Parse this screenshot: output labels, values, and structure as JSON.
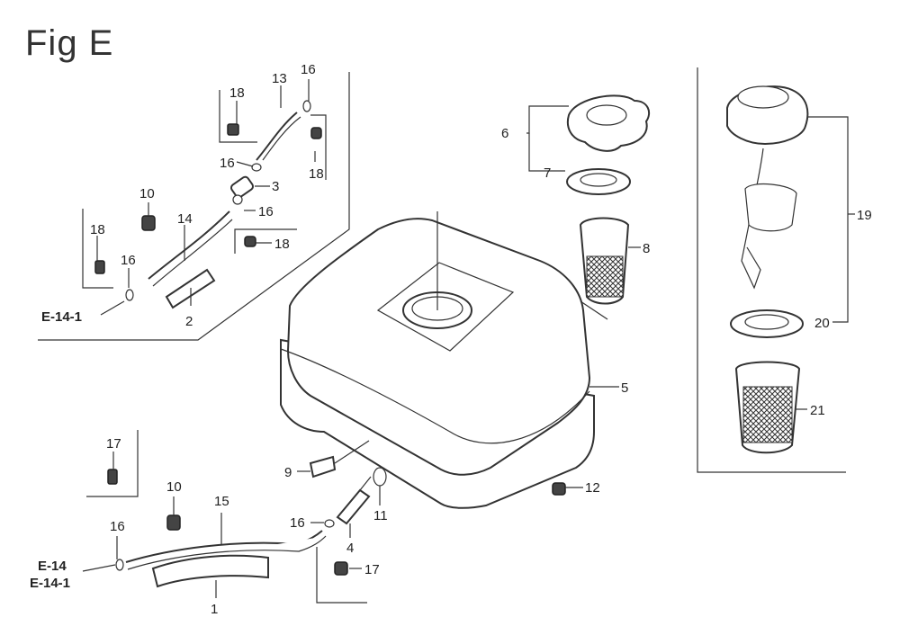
{
  "figure": {
    "title": "Fig E"
  },
  "callouts": {
    "c1": "1",
    "c2": "2",
    "c3": "3",
    "c4": "4",
    "c5": "5",
    "c6": "6",
    "c7": "7",
    "c8": "8",
    "c9": "9",
    "c10a": "10",
    "c10b": "10",
    "c11": "11",
    "c12": "12",
    "c13": "13",
    "c14": "14",
    "c15": "15",
    "c16a": "16",
    "c16b": "16",
    "c16c": "16",
    "c16d": "16",
    "c16e": "16",
    "c16f": "16",
    "c17a": "17",
    "c17b": "17",
    "c18a": "18",
    "c18b": "18",
    "c18c": "18",
    "c18d": "18",
    "c19": "19",
    "c20": "20",
    "c21": "21"
  },
  "references": {
    "ref_top": "E-14-1",
    "ref_bottom_a": "E-14",
    "ref_bottom_b": "E-14-1"
  }
}
